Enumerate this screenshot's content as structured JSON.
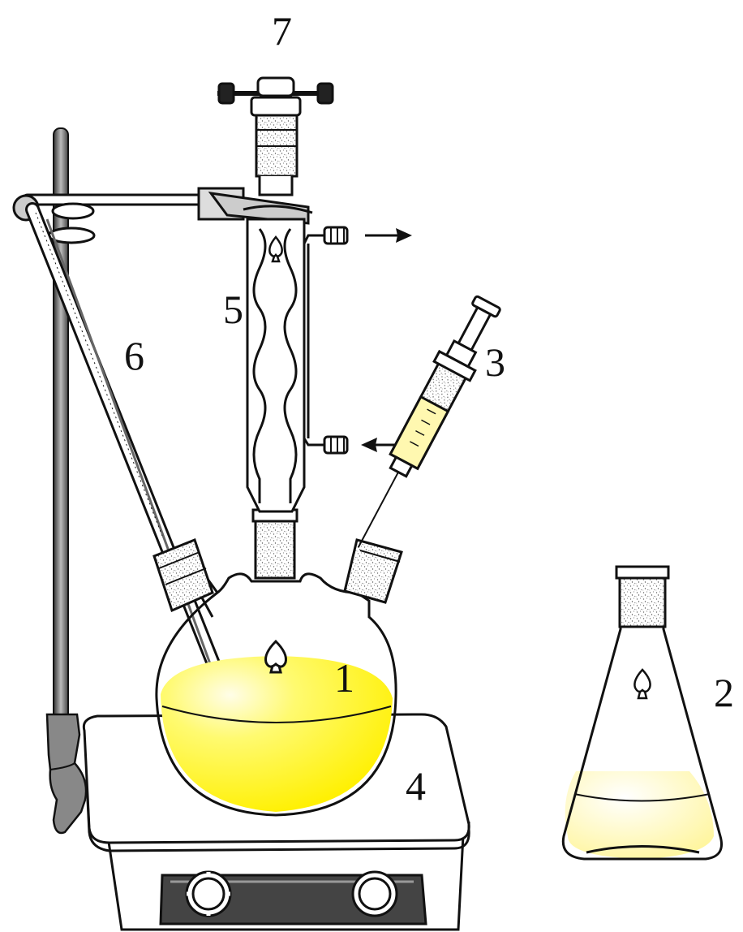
{
  "diagram": {
    "labels": {
      "flask": "1",
      "erlenmeyer": "2",
      "syringe": "3",
      "stirrer": "4",
      "condenser": "5",
      "thermometer": "6",
      "stopper": "7"
    }
  },
  "colors": {
    "solution": "#fff23a",
    "solution_light": "#fffde0",
    "erlenmeyer_liquid": "#fff8b0",
    "outline": "#111111",
    "stand_dark": "#555555"
  }
}
